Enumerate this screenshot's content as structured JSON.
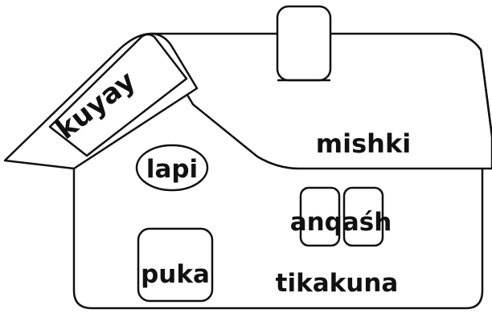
{
  "labels": {
    "roof_band": "kuyay",
    "roof": "mishki",
    "oval": "lapi",
    "window": "anqaśh",
    "door": "puka",
    "bottom": "tikakuna"
  },
  "colors": {
    "stroke": "#111111",
    "fill": "#ffffff"
  }
}
